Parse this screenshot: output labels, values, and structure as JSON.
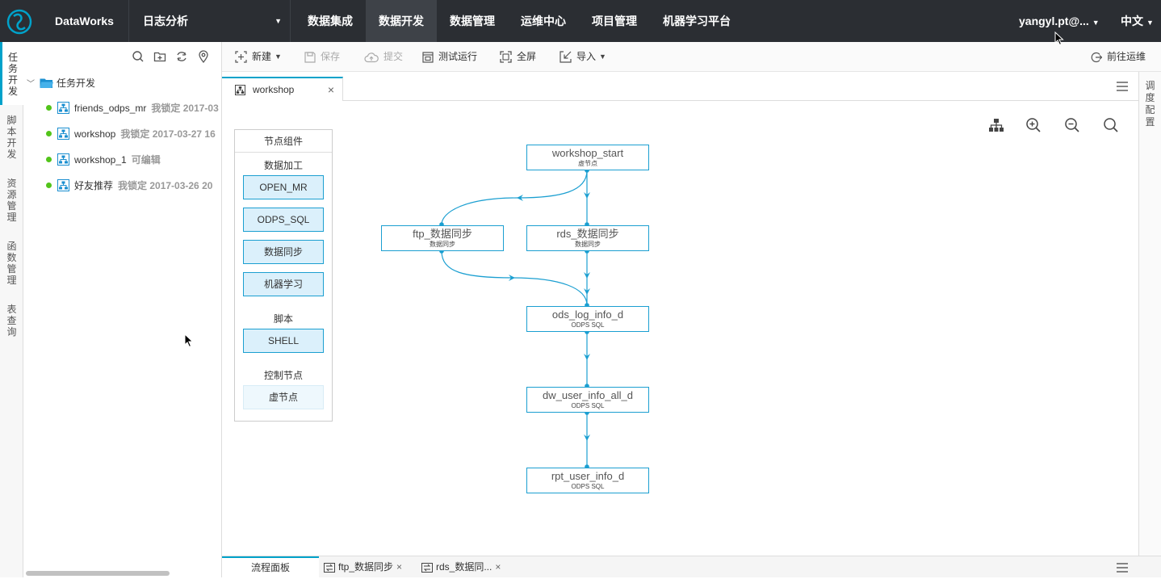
{
  "topbar": {
    "brand": "DataWorks",
    "project": "日志分析",
    "menu": [
      "数据集成",
      "数据开发",
      "数据管理",
      "运维中心",
      "项目管理",
      "机器学习平台"
    ],
    "active_menu": "数据开发",
    "user": "yangyl.pt@...",
    "lang": "中文"
  },
  "sidebar": {
    "tabs": [
      "任务开发",
      "脚本开发",
      "资源管理",
      "函数管理",
      "表查询"
    ]
  },
  "tree": {
    "root": "任务开发",
    "items": [
      {
        "name": "friends_odps_mr",
        "status": "我锁定 2017-03"
      },
      {
        "name": "workshop",
        "status": "我锁定 2017-03-27 16"
      },
      {
        "name": "workshop_1",
        "status": "可编辑"
      },
      {
        "name": "好友推荐",
        "status": "我锁定 2017-03-26 20"
      }
    ]
  },
  "toolbar": {
    "new": "新建",
    "save": "保存",
    "submit": "提交",
    "test_run": "测试运行",
    "fullscreen": "全屏",
    "import": "导入",
    "goto_ops": "前往运维"
  },
  "editor_tab": {
    "label": "workshop"
  },
  "right_tab": "调度配置",
  "palette": {
    "title": "节点组件",
    "group_data": "数据加工",
    "data_items": [
      "OPEN_MR",
      "ODPS_SQL",
      "数据同步",
      "机器学习"
    ],
    "group_script": "脚本",
    "script_items": [
      "SHELL"
    ],
    "group_control": "控制节点",
    "control_items": [
      "虚节点"
    ]
  },
  "dag": {
    "nodes": [
      {
        "name": "workshop_start",
        "type": "虚节点"
      },
      {
        "name": "ftp_数据同步",
        "type": "数据同步"
      },
      {
        "name": "rds_数据同步",
        "type": "数据同步"
      },
      {
        "name": "ods_log_info_d",
        "type": "ODPS SQL"
      },
      {
        "name": "dw_user_info_all_d",
        "type": "ODPS SQL"
      },
      {
        "name": "rpt_user_info_d",
        "type": "ODPS SQL"
      }
    ]
  },
  "bottom_tabs": {
    "flow_panel": "流程面板",
    "tab1": "ftp_数据同步",
    "tab2": "rds_数据同..."
  },
  "colors": {
    "accent": "#00a2ca",
    "topbar": "#2b2e33",
    "node_border": "#1b9fd1",
    "status_dot": "#52c41a"
  }
}
